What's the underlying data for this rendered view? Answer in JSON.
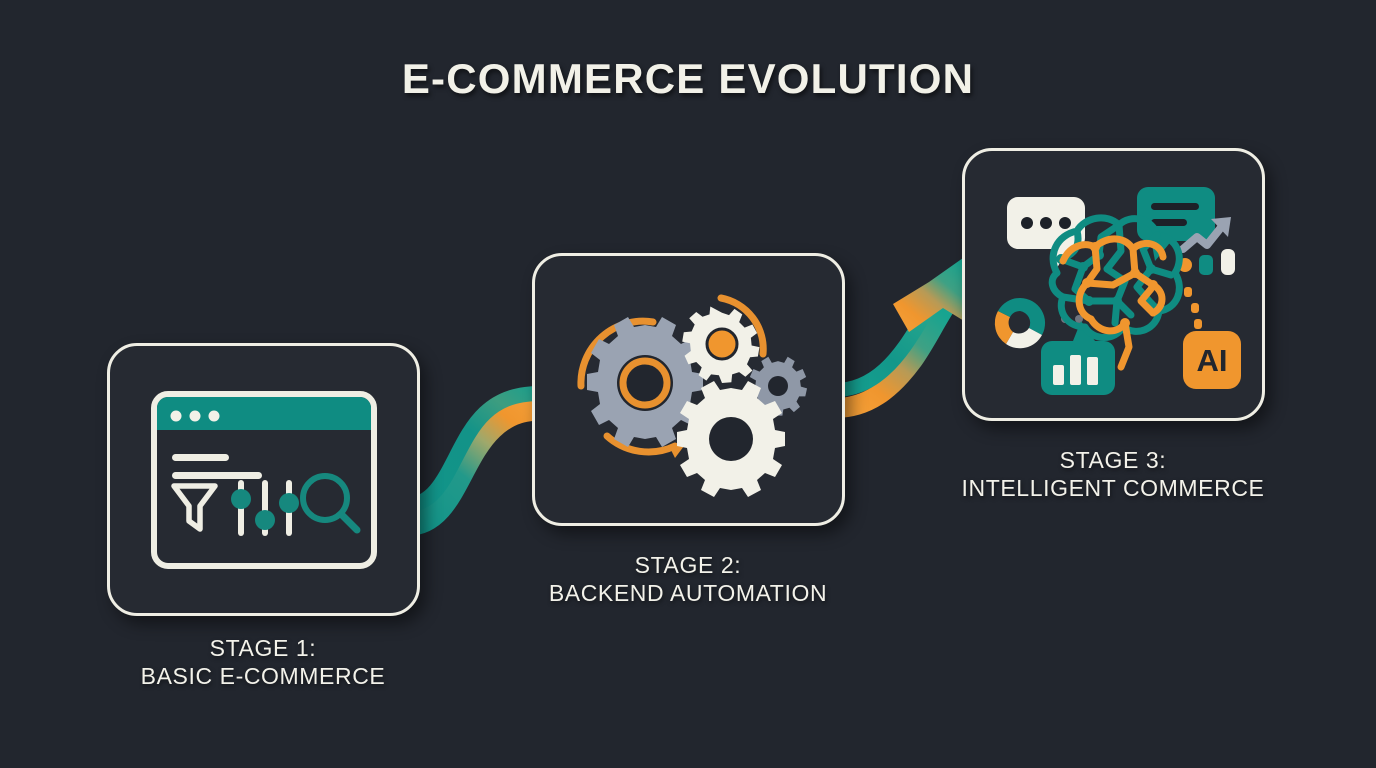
{
  "page": {
    "title": "E-COMMERCE EVOLUTION",
    "background_color": "#22262e",
    "ink_color": "#f2f1e8",
    "accent_teal": "#109086",
    "accent_orange": "#f0962e",
    "accent_gray": "#9aa3b2"
  },
  "stages": [
    {
      "id": "stage-1",
      "label_line1": "STAGE 1:",
      "label_line2": "BASIC E-COMMERCE",
      "icon_name": "browser-window-filters-icon",
      "icon_elements": [
        "browser-titlebar",
        "window-dot",
        "text-line",
        "funnel-filter-icon",
        "slider-control",
        "magnifier-search-icon"
      ]
    },
    {
      "id": "stage-2",
      "label_line1": "STAGE 2:",
      "label_line2": "BACKEND AUTOMATION",
      "icon_name": "gears-automation-icon",
      "icon_elements": [
        "gear-large-gray",
        "gear-cream-orange-center",
        "gear-small-gray",
        "gear-cream-large",
        "rotation-arc-top",
        "rotation-arc-bottom-arrow",
        "rotation-arc-right"
      ]
    },
    {
      "id": "stage-3",
      "label_line1": "STAGE 3:",
      "label_line2": "INTELLIGENT COMMERCE",
      "icon_name": "ai-brain-analytics-icon",
      "badge_text": "AI",
      "icon_elements": [
        "brain-network-icon",
        "chat-bubble-cream-dots",
        "chat-bubble-teal-lines",
        "trending-up-arrow-icon",
        "donut-chart-icon",
        "bar-chart-bubble-icon",
        "dotted-connector",
        "ai-badge"
      ]
    }
  ],
  "connectors": [
    {
      "id": "connector-1-to-2",
      "name": "ribbon-connector",
      "from": "stage-1",
      "to": "stage-2",
      "gradient_from": "#129489",
      "gradient_to": "#f0962e",
      "shape": "s-curve-ribbon"
    },
    {
      "id": "connector-2-to-3",
      "name": "arrow-connector",
      "from": "stage-2",
      "to": "stage-3",
      "gradient_from": "#f0962e",
      "gradient_to": "#129489",
      "shape": "upward-arrow"
    }
  ]
}
